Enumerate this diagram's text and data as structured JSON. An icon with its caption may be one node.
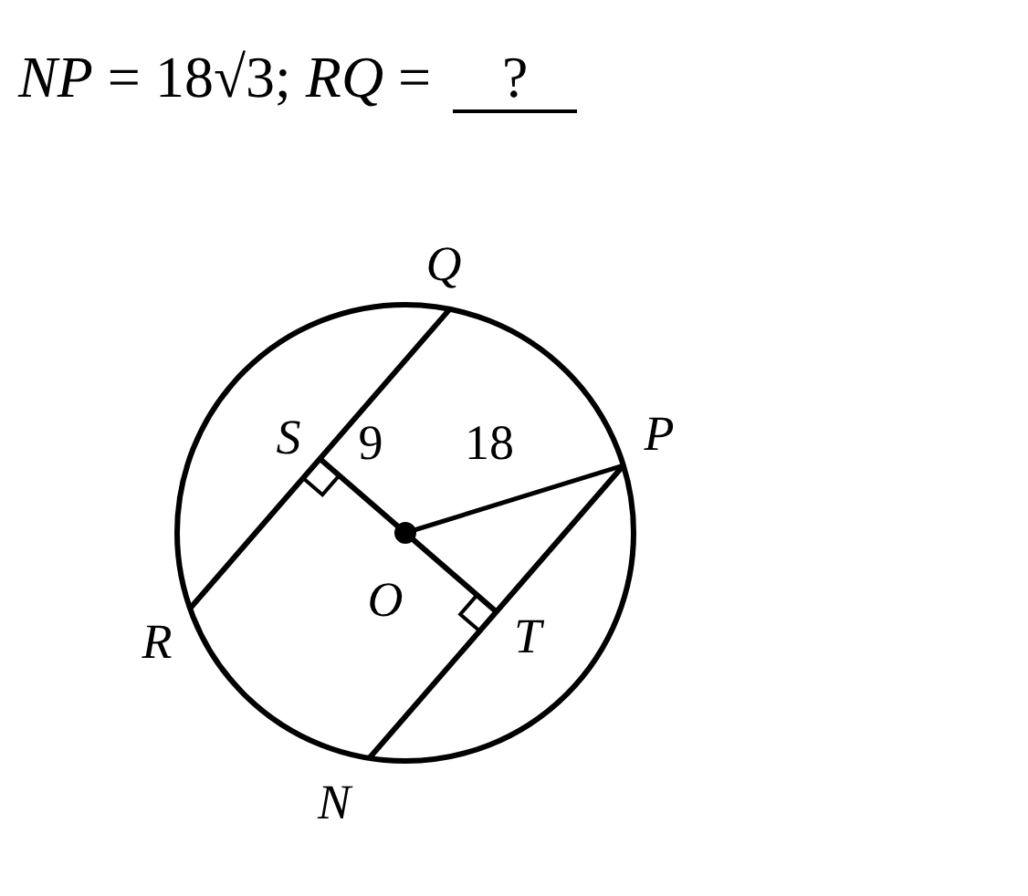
{
  "diagram": {
    "title": "*NP* = 18√3; *RQ* =",
    "labels": [
      "?",
      "Q",
      "S",
      "9",
      "18",
      "P",
      "R",
      "O",
      "T",
      "N"
    ]
  }
}
